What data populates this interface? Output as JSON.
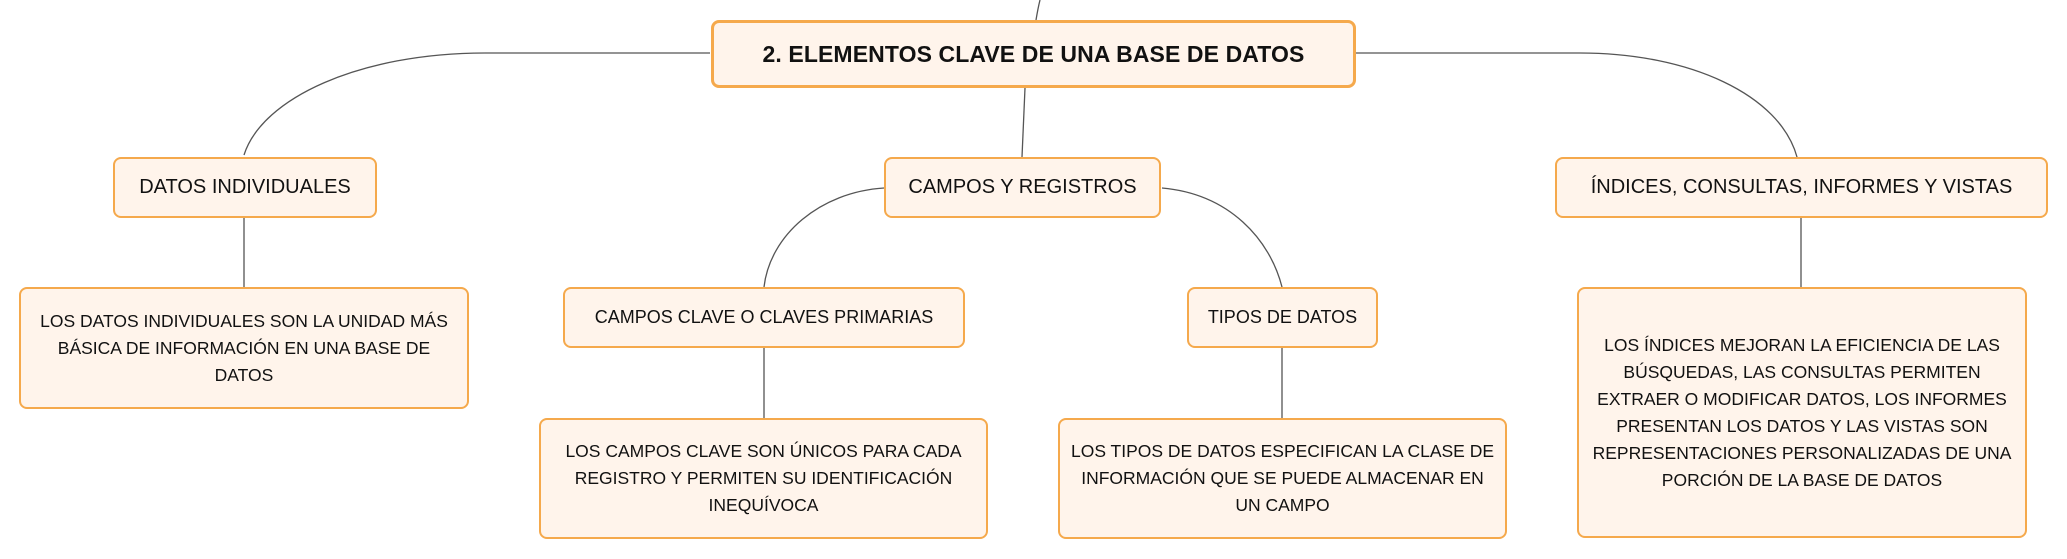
{
  "diagram": {
    "type": "mind-map",
    "colors": {
      "node_border": "#f5a94c",
      "node_fill": "#fff4eb",
      "connector": "#555555",
      "text": "#111111"
    },
    "root": {
      "label": "2. ELEMENTOS CLAVE DE UNA BASE DE DATOS"
    },
    "branches": {
      "datos_individuales": {
        "label": "DATOS INDIVIDUALES",
        "description": "LOS DATOS INDIVIDUALES SON LA UNIDAD MÁS BÁSICA DE INFORMACIÓN EN UNA BASE DE DATOS"
      },
      "campos_registros": {
        "label": "CAMPOS Y REGISTROS",
        "children": {
          "campos_clave": {
            "label": "CAMPOS CLAVE O CLAVES PRIMARIAS",
            "description": "LOS CAMPOS CLAVE SON ÚNICOS PARA CADA REGISTRO Y PERMITEN SU IDENTIFICACIÓN INEQUÍVOCA"
          },
          "tipos_datos": {
            "label": "TIPOS DE DATOS",
            "description": "LOS TIPOS DE DATOS ESPECIFICAN LA CLASE DE INFORMACIÓN QUE SE PUEDE ALMACENAR EN UN CAMPO"
          }
        }
      },
      "indices": {
        "label": "ÍNDICES, CONSULTAS, INFORMES Y VISTAS",
        "description": "LOS ÍNDICES MEJORAN LA EFICIENCIA DE LAS BÚSQUEDAS, LAS CONSULTAS PERMITEN EXTRAER O MODIFICAR DATOS, LOS INFORMES PRESENTAN LOS DATOS Y LAS VISTAS SON REPRESENTACIONES PERSONALIZADAS DE UNA PORCIÓN DE LA BASE DE DATOS"
      }
    }
  }
}
